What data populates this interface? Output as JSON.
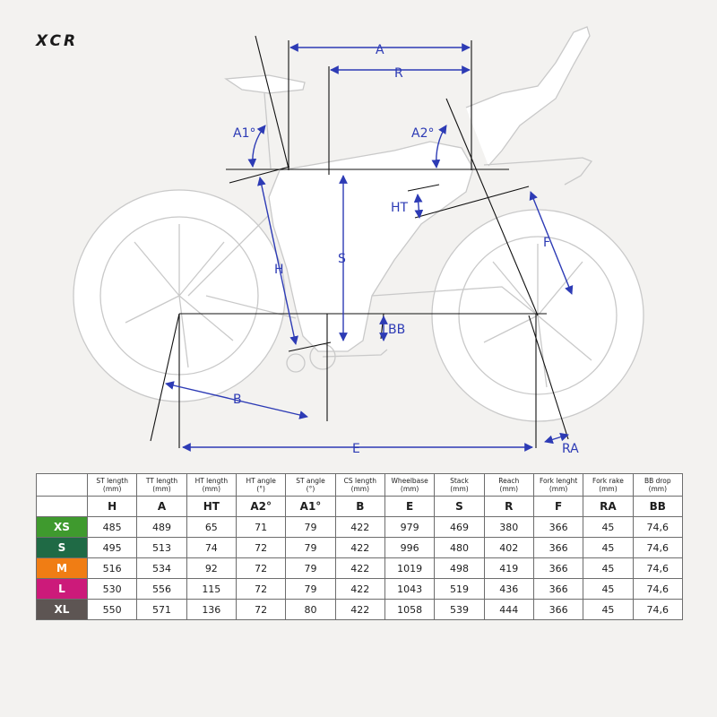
{
  "brand": "XCR",
  "diagram": {
    "labels": {
      "A": "A",
      "R": "R",
      "A1": "A1°",
      "A2": "A2°",
      "HT": "HT",
      "S": "S",
      "H": "H",
      "F": "F",
      "BB": "BB",
      "B": "B",
      "E": "E",
      "RA": "RA"
    },
    "colors": {
      "annotation": "#2d3bb5",
      "frame_outline": "#c7c7c7",
      "geometry_line": "#111111"
    }
  },
  "table": {
    "headers": [
      {
        "name": "ST length",
        "unit": "(mm)",
        "symbol": "H"
      },
      {
        "name": "TT length",
        "unit": "(mm)",
        "symbol": "A"
      },
      {
        "name": "HT length",
        "unit": "(mm)",
        "symbol": "HT"
      },
      {
        "name": "HT angle",
        "unit": "(°)",
        "symbol": "A2°"
      },
      {
        "name": "ST angle",
        "unit": "(°)",
        "symbol": "A1°"
      },
      {
        "name": "CS length",
        "unit": "(mm)",
        "symbol": "B"
      },
      {
        "name": "Wheelbase",
        "unit": "(mm)",
        "symbol": "E"
      },
      {
        "name": "Stack",
        "unit": "(mm)",
        "symbol": "S"
      },
      {
        "name": "Reach",
        "unit": "(mm)",
        "symbol": "R"
      },
      {
        "name": "Fork lenght",
        "unit": "(mm)",
        "symbol": "F"
      },
      {
        "name": "Fork rake",
        "unit": "(mm)",
        "symbol": "RA"
      },
      {
        "name": "BB drop",
        "unit": "(mm)",
        "symbol": "BB"
      }
    ],
    "rows": [
      {
        "size": "XS",
        "color": "#3f9a2e",
        "values": [
          "485",
          "489",
          "65",
          "71",
          "79",
          "422",
          "979",
          "469",
          "380",
          "366",
          "45",
          "74,6"
        ]
      },
      {
        "size": "S",
        "color": "#1f6a45",
        "values": [
          "495",
          "513",
          "74",
          "72",
          "79",
          "422",
          "996",
          "480",
          "402",
          "366",
          "45",
          "74,6"
        ]
      },
      {
        "size": "M",
        "color": "#f07d14",
        "values": [
          "516",
          "534",
          "92",
          "72",
          "79",
          "422",
          "1019",
          "498",
          "419",
          "366",
          "45",
          "74,6"
        ]
      },
      {
        "size": "L",
        "color": "#cc1a7a",
        "values": [
          "530",
          "556",
          "115",
          "72",
          "79",
          "422",
          "1043",
          "519",
          "436",
          "366",
          "45",
          "74,6"
        ]
      },
      {
        "size": "XL",
        "color": "#5d5553",
        "values": [
          "550",
          "571",
          "136",
          "72",
          "80",
          "422",
          "1058",
          "539",
          "444",
          "366",
          "45",
          "74,6"
        ]
      }
    ]
  }
}
